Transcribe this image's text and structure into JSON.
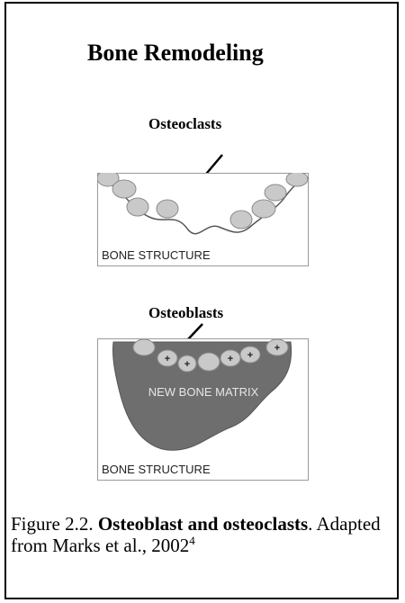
{
  "figure": {
    "title": "Bone Remodeling",
    "panel_top": {
      "pointer_label": "Osteoclasts",
      "region_label": "BONE STRUCTURE"
    },
    "panel_bottom": {
      "pointer_label": "Osteoblasts",
      "matrix_label": "NEW BONE MATRIX",
      "region_label": "BONE STRUCTURE",
      "cell_marker": "+"
    },
    "caption": {
      "prefix": "Figure 2.2. ",
      "bold": "Osteoblast and osteoclasts",
      "suffix": ". Adapted from Marks et al., 2002",
      "reference": "4"
    },
    "colors": {
      "cell_fill": "#c9c9c9",
      "cell_stroke": "#8c8c8c",
      "matrix_fill": "#6e6e6e",
      "panel_border": "#9a9a9a",
      "bone_line": "#555555"
    }
  }
}
